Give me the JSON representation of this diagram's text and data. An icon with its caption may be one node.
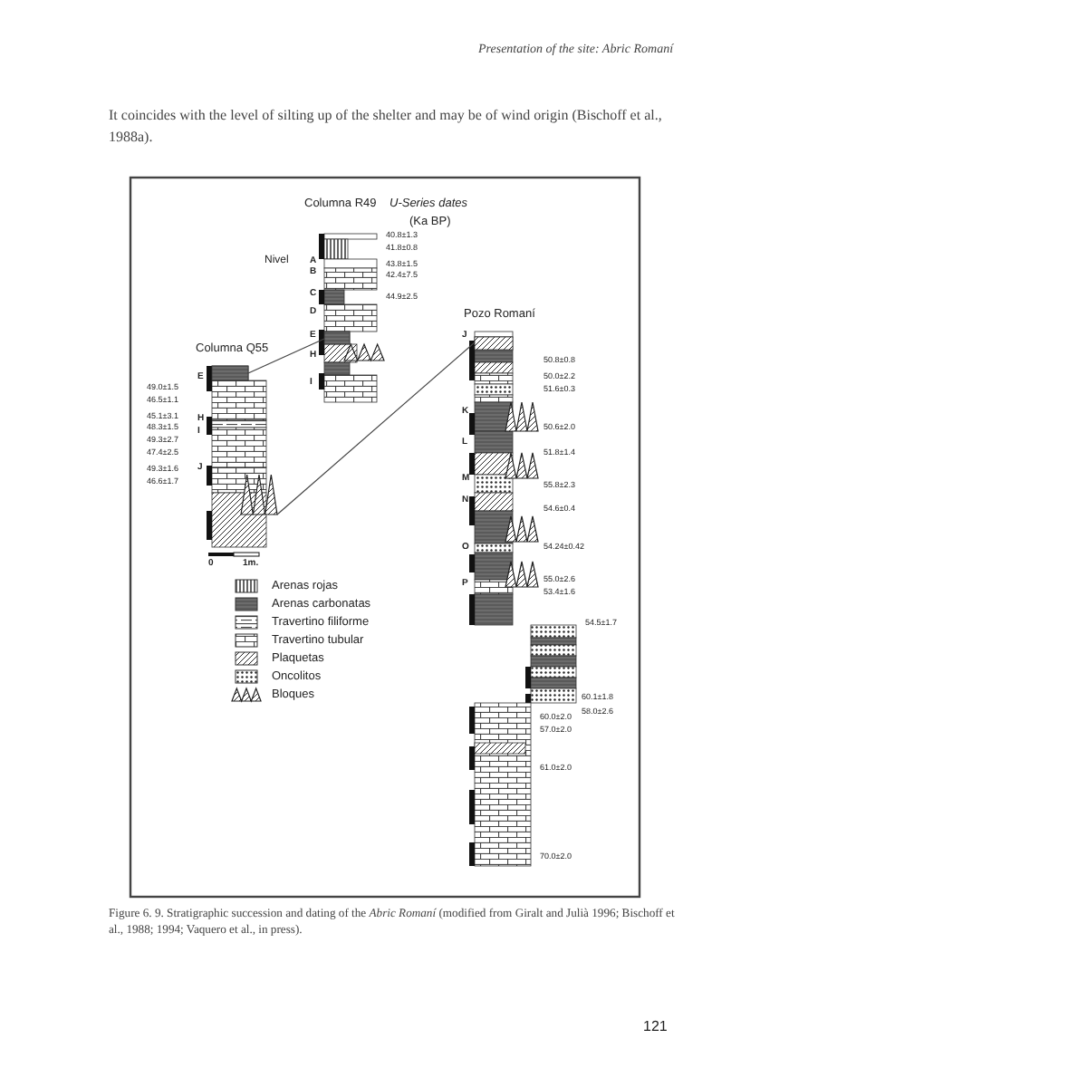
{
  "diagram": {
    "nodes": [
      {
        "text": [],
        "shape": "box"
      },
      {
        "text": [],
        "shape": "box"
      },
      {
        "text": [],
        "shape": "box"
      },
      {
        "text": [],
        "shape": "triangle"
      }
    ],
    "edges": [
      {
        "from": 0,
        "to": 1,
        "arrow": "none"
      },
      {
        "from": 2,
        "to": 3,
        "arrow": "none"
      }
    ],
    "caption": "Figure 6. 9. Stratigraphic succession and dating of the *Abric Romaní* (modified from Giralt and Julià 1996; Bischoff et al., 1988; 1994; Vaquero et al., in press).",
    "labels": [
      "Presentation of the site: Abric Romaní",
      "It coincides with the level of silting up of the shelter and may be of wind origin (Bischoff et al., 1988a).",
      "Columna R49",
      "U-Series dates",
      "(Ka BP)",
      "40.8±1.3",
      "41.8±0.8",
      "43.8±1.5",
      "42.4±7.5",
      "44.9±2.5",
      "Nivel",
      "A",
      "B",
      "C",
      "D",
      "E",
      "H",
      "I",
      "Pozo Romaní",
      "Columna Q55",
      "E",
      "H",
      "I",
      "J",
      "49.0±1.5",
      "46.5±1.1",
      "45.1±3.1",
      "48.3±1.5",
      "49.3±2.7",
      "47.4±2.5",
      "49.3±1.6",
      "46.6±1.7",
      "0",
      "1m.",
      "J",
      "K",
      "L",
      "M",
      "N",
      "O",
      "P",
      "50.8±0.8",
      "50.0±2.2",
      "51.6±0.3",
      "50.6±2.0",
      "51.8±1.4",
      "55.8±2.3",
      "54.6±0.4",
      "54.24±0.42",
      "55.0±2.6",
      "53.4±1.6",
      "54.5±1.7",
      "60.1±1.8",
      "58.0±2.6",
      "60.0±2.0",
      "57.0±2.0",
      "61.0±2.0",
      "70.0±2.0",
      "121"
    ],
    "legend": [
      {
        "text": "Arenas rojas"
      },
      {
        "text": "Arenas carbonatas"
      },
      {
        "text": "Travertino filiforme"
      },
      {
        "text": "Travertino tubular"
      },
      {
        "text": "Plaquetas"
      },
      {
        "text": "Oncolitos"
      },
      {
        "text": "Bloques"
      }
    ]
  }
}
